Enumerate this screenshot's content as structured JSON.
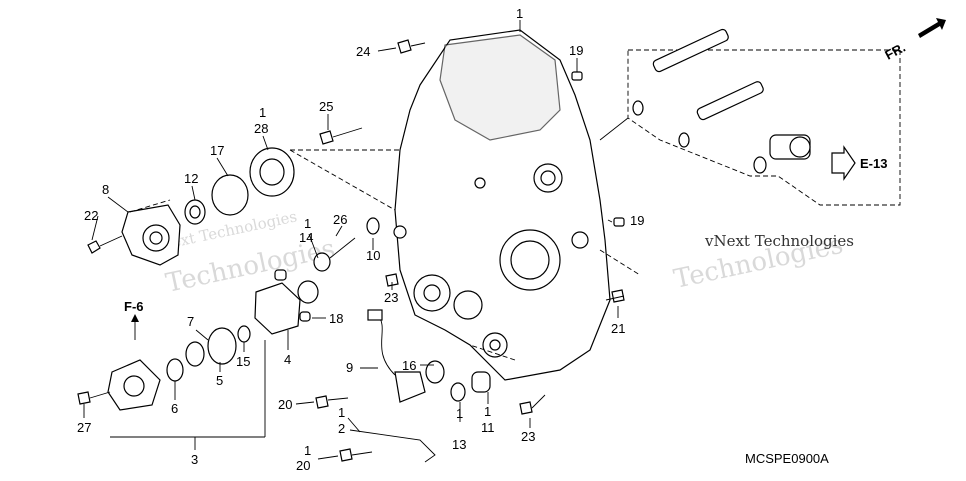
{
  "diagram": {
    "code": "MCSPE0900A",
    "front_marker": "FR.",
    "ref_e13": "E-13",
    "ref_f6": "F-6",
    "watermarks": [
      "vNext Technologies",
      "vNext Technologies",
      "Technologies",
      "Technologies"
    ],
    "callouts": {
      "c1_top": "1",
      "c19_top": "19",
      "c24": "24",
      "c25": "25",
      "c1_28a": "1",
      "c28": "28",
      "c17": "17",
      "c12": "12",
      "c8": "8",
      "c22": "22",
      "c1_26": "1",
      "c14": "14",
      "c26": "26",
      "c10": "10",
      "c19_mid": "19",
      "c23_mid": "23",
      "c21": "21",
      "c7": "7",
      "c5": "5",
      "c15": "15",
      "c6": "6",
      "c27": "27",
      "c4": "4",
      "c18": "18",
      "c9": "9",
      "c16": "16",
      "c20_a": "20",
      "c1_2": "1",
      "c2": "2",
      "c1_20": "1",
      "c20_b": "20",
      "c13_1": "1",
      "c13": "13",
      "c11_1": "1",
      "c11": "11",
      "c23_bot": "23",
      "c3": "3"
    }
  }
}
